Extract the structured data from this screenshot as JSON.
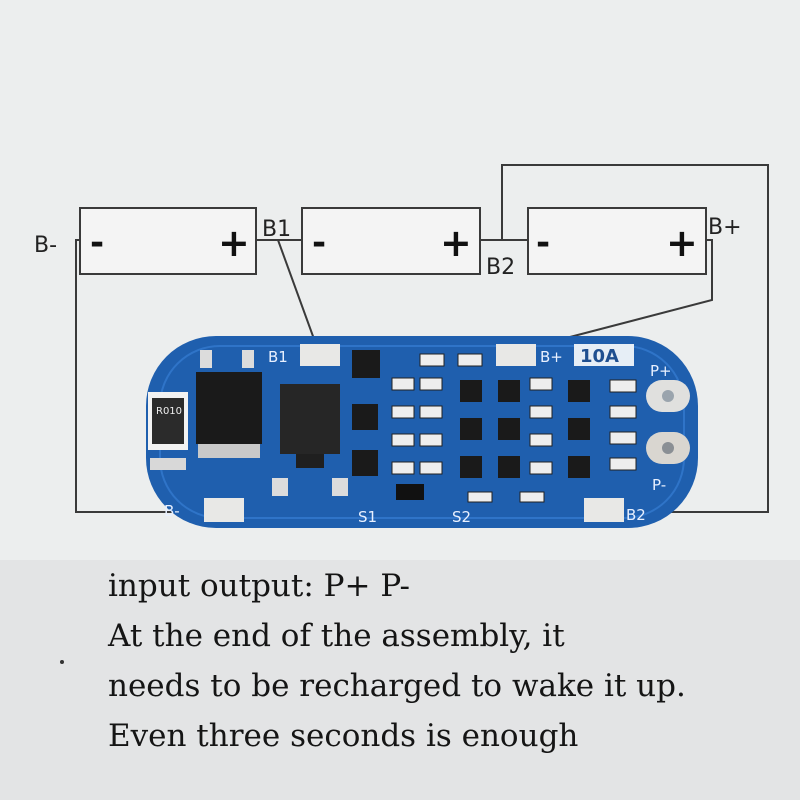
{
  "cells": [
    {
      "neg": "-",
      "pos": "+"
    },
    {
      "neg": "-",
      "pos": "+"
    },
    {
      "neg": "-",
      "pos": "+"
    }
  ],
  "diagram_labels": {
    "b_minus": "B-",
    "b1": "B1",
    "b2": "B2",
    "b_plus": "B+"
  },
  "board": {
    "silk_b1": "B1",
    "silk_b_plus": "B+",
    "current": "10A",
    "silk_p_plus": "P+",
    "silk_p_minus": "P-",
    "silk_b_minus": "B-",
    "silk_b2": "B2",
    "resistor": "R010",
    "s1": "S1",
    "s2": "S2"
  },
  "notes": [
    "input output: P+ P-",
    "At the end of the assembly, it",
    "needs to be recharged to wake it up.",
    "Even three seconds is enough"
  ],
  "colors": {
    "pcb": "#1f5fae",
    "pcb_dark": "#174a8a",
    "pad": "#e8e8e6",
    "wire": "#3a3a3a"
  }
}
